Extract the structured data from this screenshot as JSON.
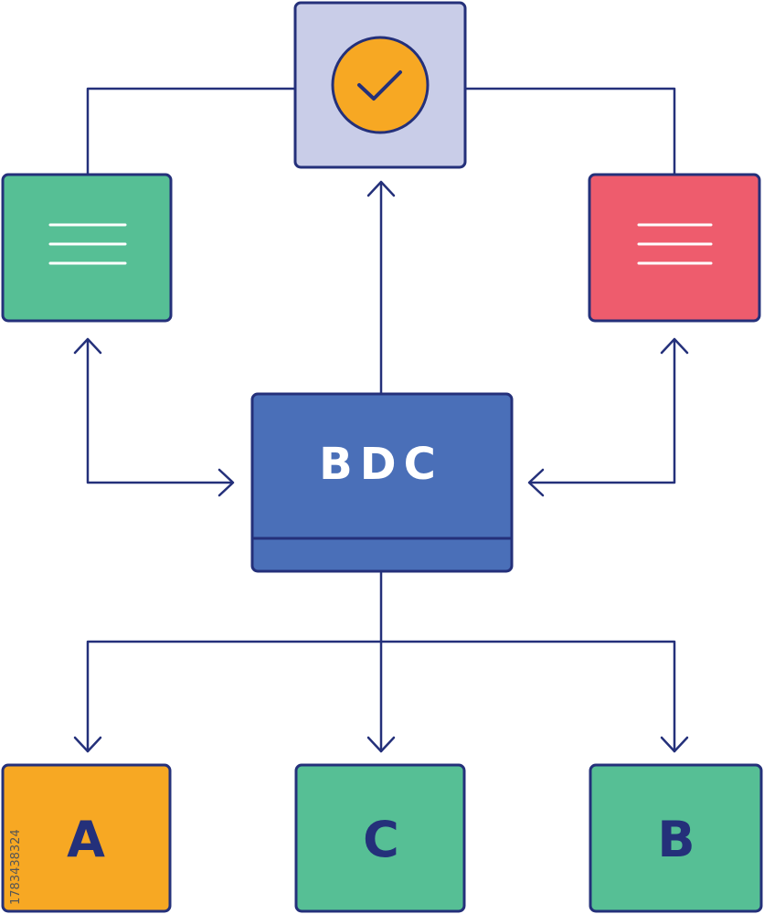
{
  "colors": {
    "stroke": "#24307a",
    "approval": "#c9cde8",
    "check_circle": "#f7a823",
    "doc_left": "#56bf95",
    "doc_right": "#ee5c6d",
    "center": "#4a6fb8",
    "box_a": "#f7a823",
    "box_c": "#56bf95",
    "box_b": "#56bf95",
    "text_light": "#ffffff"
  },
  "icons": {
    "approval": "check-circle-icon",
    "left_doc": "document-lines-icon",
    "right_doc": "document-lines-icon"
  },
  "center": {
    "label": "BDC"
  },
  "boxes": {
    "a": {
      "label": "A"
    },
    "c": {
      "label": "C"
    },
    "b": {
      "label": "B"
    }
  },
  "stock_id": "1783438324"
}
